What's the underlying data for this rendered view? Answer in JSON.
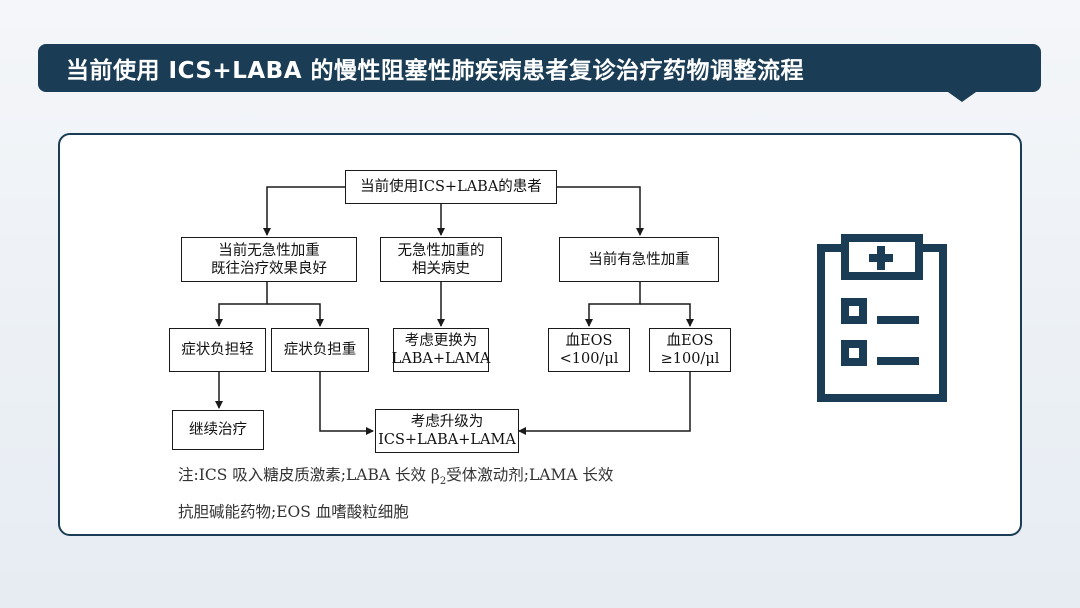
{
  "header": {
    "title": "当前使用 ICS+LABA 的慢性阻塞性肺疾病患者复诊治疗药物调整流程"
  },
  "flowchart": {
    "root": "当前使用ICS+LABA的患者",
    "branch_left": "当前无急性加重\n既往治疗效果良好",
    "branch_middle": "无急性加重的\n相关病史",
    "branch_right": "当前有急性加重",
    "symptom_mild": "症状负担轻",
    "symptom_heavy": "症状负担重",
    "switch_lama": "考虑更换为\nLABA+LAMA",
    "eos_low": "血EOS\n<100/μl",
    "eos_high": "血EOS\n≥100/μl",
    "continue": "继续治疗",
    "upgrade": "考虑升级为\nICS+LABA+LAMA"
  },
  "note": {
    "line1_a": "注:ICS 吸入糖皮质激素;LABA 长效 β",
    "line1_sub": "2",
    "line1_b": "受体激动剂;LAMA 长效",
    "line2": "抗胆碱能药物;EOS 血嗜酸粒细胞"
  },
  "icon": {
    "name": "clipboard-checklist-icon",
    "color": "#1a3d55"
  }
}
